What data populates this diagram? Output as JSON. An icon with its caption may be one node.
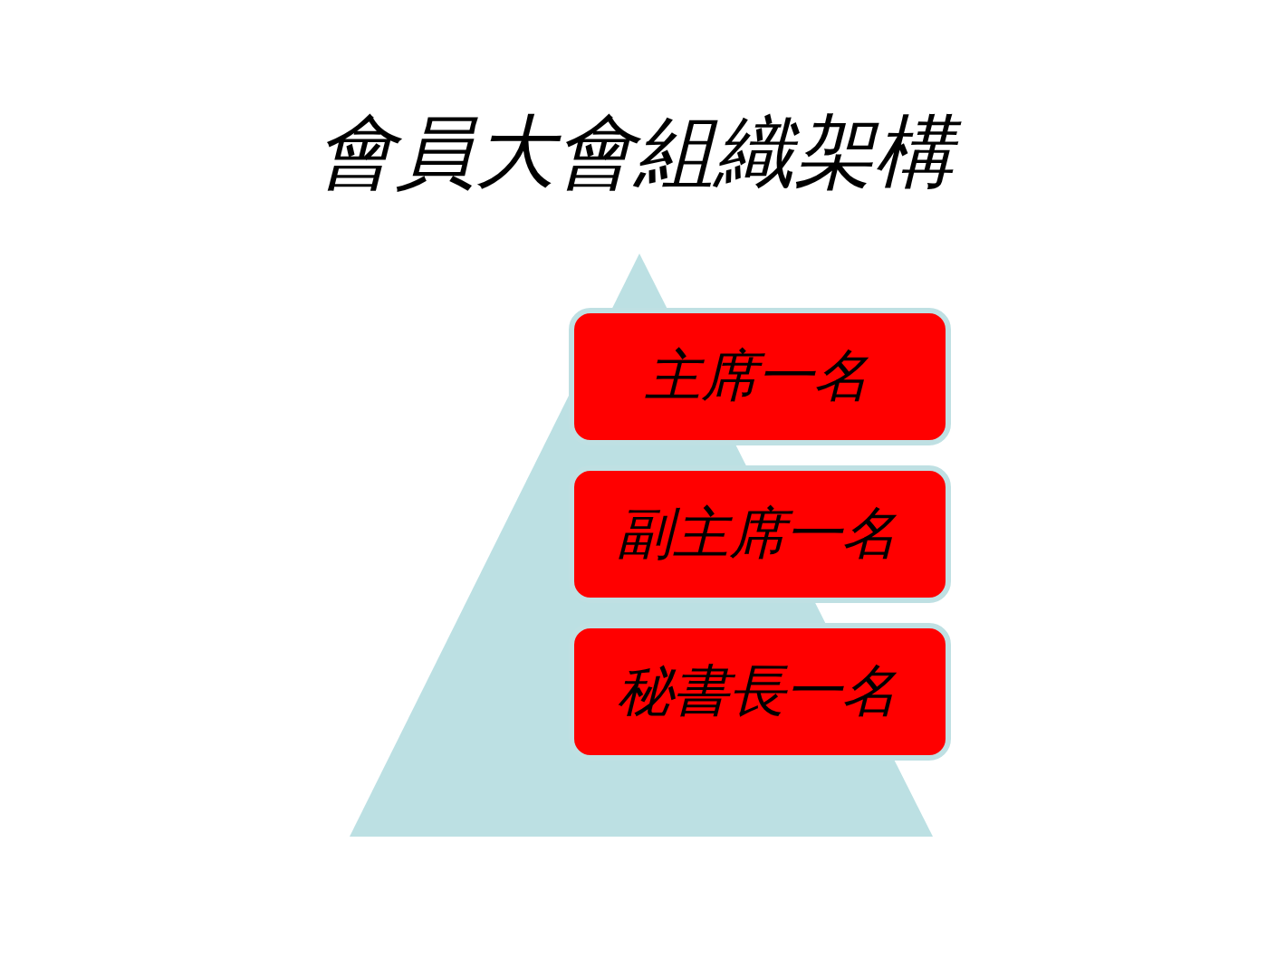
{
  "diagram": {
    "title": "會員大會組織架構",
    "nodes": [
      {
        "text": [
          "主席一名"
        ]
      },
      {
        "text": [
          "副主席一名"
        ]
      },
      {
        "text": [
          "秘書長一名"
        ]
      }
    ]
  }
}
